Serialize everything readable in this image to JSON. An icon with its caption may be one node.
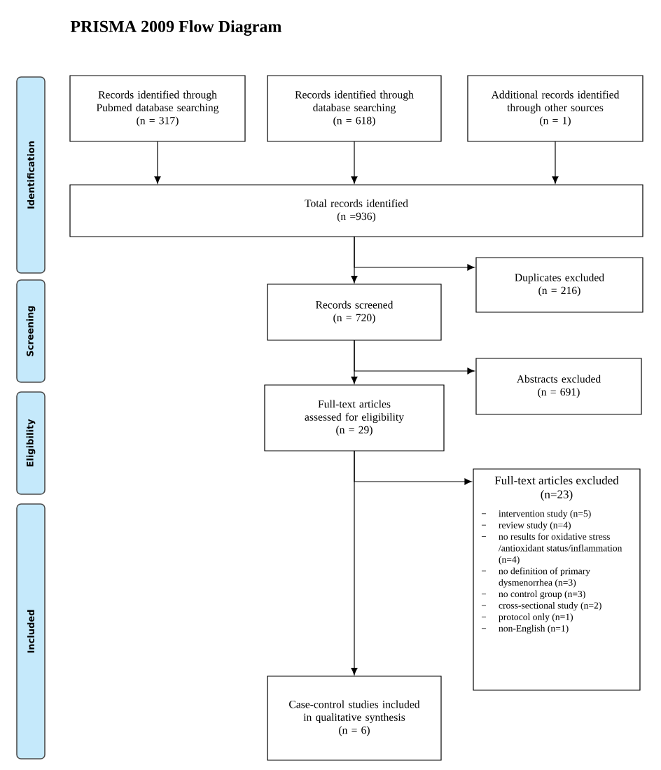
{
  "diagram": {
    "title": "PRISMA 2009 Flow Diagram",
    "nodes": [
      {
        "text": [
          "Identification"
        ]
      },
      {
        "text": [
          "Screening"
        ]
      },
      {
        "text": [
          "Eligibility"
        ]
      },
      {
        "text": [
          "Included"
        ]
      },
      {
        "text": [
          "Records identified through Pubmed database searching",
          "(n = 317)"
        ]
      },
      {
        "text": [
          "Records identified through database searching",
          "(n = 618)"
        ]
      },
      {
        "text": [
          "Additional records identified through other sources",
          "(n = 1)"
        ]
      },
      {
        "text": [
          "Total records identified",
          "(n =936)"
        ]
      },
      {
        "text": [
          "Duplicates excluded",
          "(n = 216)"
        ]
      },
      {
        "text": [
          "Records screened",
          "(n = 720)"
        ]
      },
      {
        "text": [
          "Abstracts excluded",
          "(n = 691)"
        ]
      },
      {
        "text": [
          "Full-text articles assessed for eligibility",
          "(n = 29)"
        ]
      },
      {
        "text": [
          "Full-text articles excluded",
          "(n=23)",
          "intervention study (n=5)",
          "review study (n=4)",
          "no results for oxidative stress /antioxidant status/inflammation (n=4)",
          "no definition of primary dysmenorrhea (n=3)",
          "no control group (n=3)",
          "cross-sectional study (n=2)",
          "protocol only (n=1)",
          "non-English (n=1)"
        ]
      },
      {
        "text": [
          "Case-control studies included in qualitative synthesis",
          "(n = 6)"
        ]
      }
    ],
    "edges": [
      {
        "from": 4,
        "to": 7,
        "arrow": "to"
      },
      {
        "from": 5,
        "to": 7,
        "arrow": "to"
      },
      {
        "from": 6,
        "to": 7,
        "arrow": "to"
      },
      {
        "from": 7,
        "to": 9,
        "arrow": "to"
      },
      {
        "from": 7,
        "to": 8,
        "arrow": "to"
      },
      {
        "from": 9,
        "to": 11,
        "arrow": "to"
      },
      {
        "from": 9,
        "to": 10,
        "arrow": "to"
      },
      {
        "from": 11,
        "to": 13,
        "arrow": "to"
      },
      {
        "from": 11,
        "to": 12,
        "arrow": "to"
      }
    ]
  }
}
